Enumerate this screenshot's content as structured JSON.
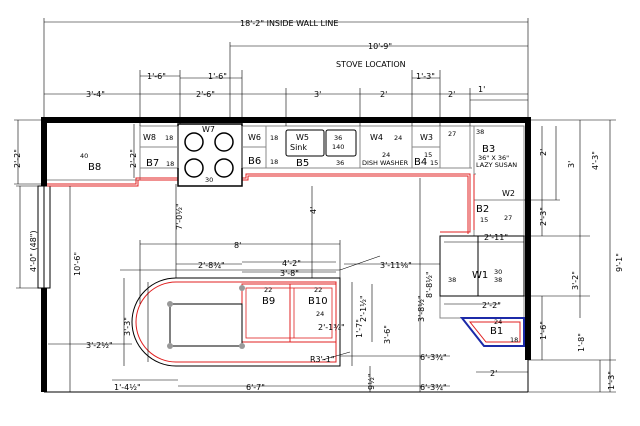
{
  "titles": {
    "inside_wall_line": "18'-2\" INSIDE WALL LINE",
    "stove_location": "STOVE LOCATION"
  },
  "top_dims": {
    "d_10_9": "10'-9\"",
    "d_1_6_left": "1'-6\"",
    "d_1_6_mid": "1'-6\"",
    "d_1_3": "1'-3\"",
    "d_3_4": "3'-4\"",
    "d_2_6": "2'-6\"",
    "d_3": "3'",
    "d_2a": "2'",
    "d_2b": "2'",
    "d_1": "1'"
  },
  "left_dims": {
    "d_2_2_outer": "2'-2\"",
    "d_2_2_inner": "2'-2\"",
    "window": "4'-0\" (48\")",
    "d_10_6": "10'-6\""
  },
  "right_dims": {
    "d_4_3": "4'-3\"",
    "d_9_1": "9'-1\"",
    "d_3": "3'",
    "d_2": "2'",
    "d_2_3": "2'-3\"",
    "d_3_2": "3'-2\"",
    "d_1_8": "1'-8\"",
    "d_1_3": "1'-3\"",
    "d_1_6": "1'-6\""
  },
  "island_dims": {
    "d_8": "8'",
    "d_2_8": "2'-8¾\"",
    "d_4_2": "4'-2\"",
    "d_3_8": "3'-8\"",
    "d_7_0": "7'-0½\"",
    "d_4": "4'",
    "d_3_11": "3'-11⅛\"",
    "d_3_3": "3'-3\"",
    "d_3_2_half": "3'-2½\"",
    "d_1_4": "1'-4½\"",
    "d_6_7": "6'-7\"",
    "d_2_1": "2'-1½\"",
    "d_2_1_b": "2'-1¾\"",
    "d_3_6": "3'-6\"",
    "d_3_8b": "3'-8½\"",
    "d_6_3": "6'-3¾\"",
    "d_6_3b": "6'-3¾\"",
    "d_r3": "R3'-1\"",
    "d_9": "9½\"",
    "d_2_11": "2'-11\"",
    "d_2_2": "2'-2\"",
    "d_2_bottom": "2'",
    "d_1_7": "1'-7\"",
    "d_8_4": "8'-8½\""
  },
  "cabinets": {
    "b8": {
      "code": "B8",
      "size": "40"
    },
    "b7": {
      "code": "B7",
      "size": "18"
    },
    "w8": {
      "code": "W8",
      "size": "18"
    },
    "w7": {
      "code": "W7",
      "size": "30"
    },
    "w6": {
      "code": "W6",
      "size": "18"
    },
    "b6": {
      "code": "B6",
      "size": "18"
    },
    "w5": {
      "code": "W5",
      "note": "Sink"
    },
    "b5": {
      "code": "B5",
      "size": "36"
    },
    "w5_top": "36",
    "w5_dim": "140",
    "w4": {
      "code": "W4",
      "size": "24"
    },
    "dishwasher": {
      "size": "24",
      "label": "DISH WASHER"
    },
    "w3": {
      "code": "W3",
      "size": "15"
    },
    "b4": {
      "code": "B4",
      "size": "15"
    },
    "c27": "27",
    "c38": "38",
    "b3": {
      "code": "B3",
      "size": "36\" X 36\"",
      "note": "LAZY SUSAN"
    },
    "w2": {
      "code": "W2",
      "size": "27"
    },
    "b2": {
      "code": "B2",
      "size": "15"
    },
    "w1": {
      "code": "W1",
      "size": "38",
      "extra": "30",
      "extra2": "38"
    },
    "b1": {
      "code": "B1",
      "size": "24",
      "extra": "18"
    },
    "b9": {
      "code": "B9",
      "size": "22"
    },
    "b10": {
      "code": "B10",
      "size": "22",
      "extra": "24"
    }
  }
}
